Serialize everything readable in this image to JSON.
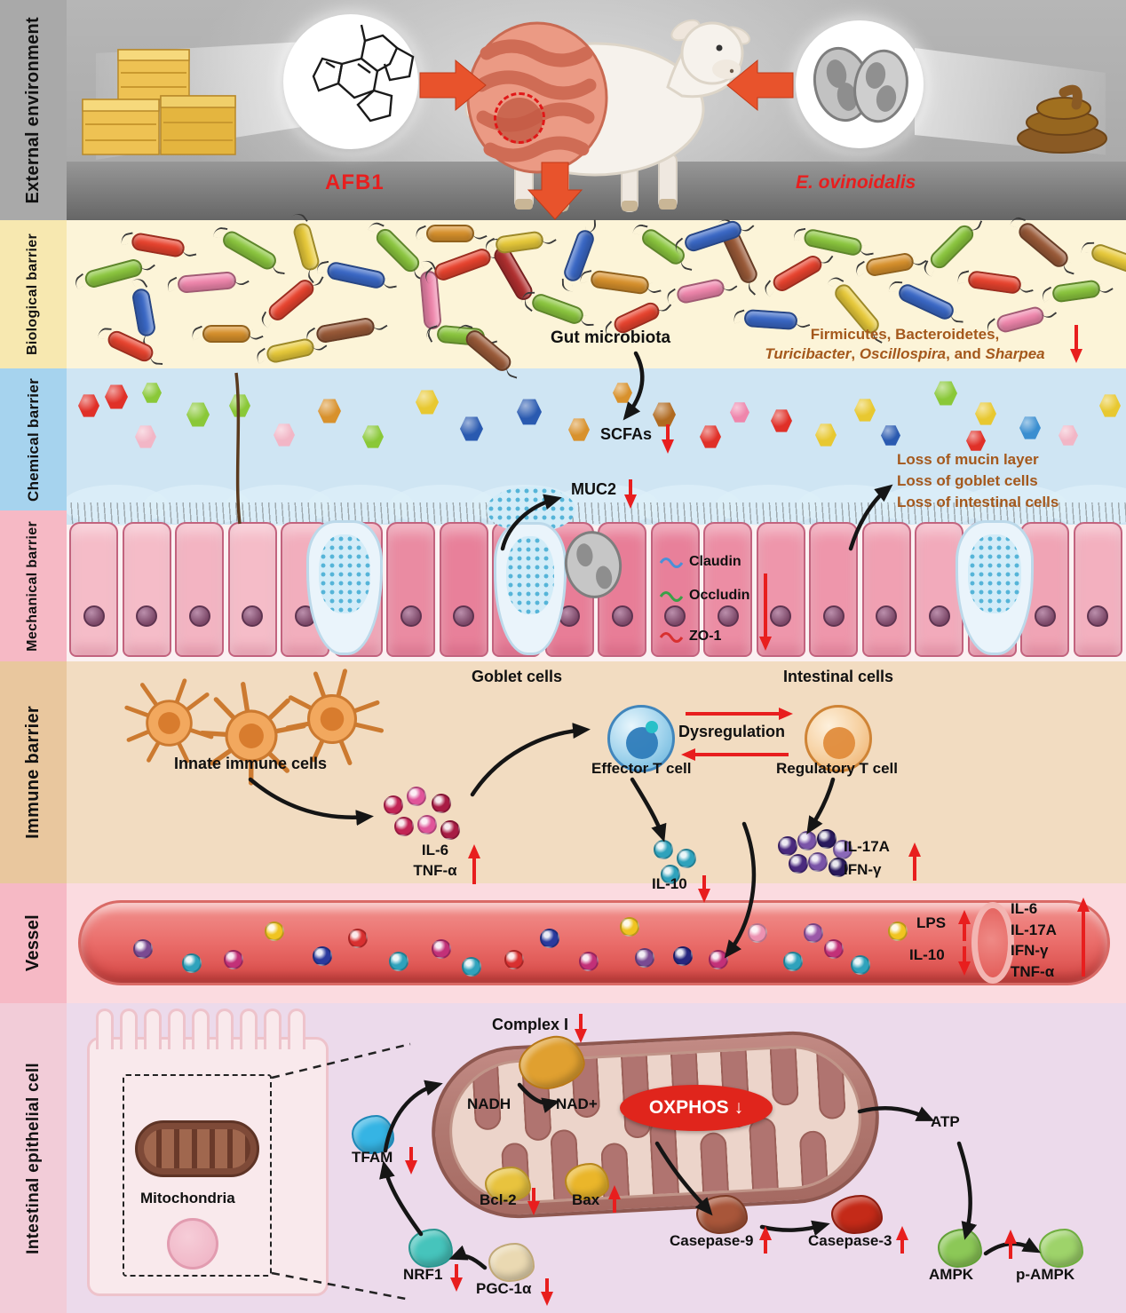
{
  "colors": {
    "accent_red": "#e81e1e",
    "brown_text": "#a4581c",
    "thick_arrow": "#e8532c"
  },
  "sidebar": {
    "sections": [
      {
        "label": "External environment"
      },
      {
        "label": "Biological barrier"
      },
      {
        "label": "Chemical barrier"
      },
      {
        "label": "Mechanical barrier"
      },
      {
        "label": "Immune barrier"
      },
      {
        "label": "Vessel"
      },
      {
        "label": "Intestinal epithelial cell"
      }
    ]
  },
  "external": {
    "afb1": "AFB1",
    "parasite": "E. ovinoidalis"
  },
  "biological": {
    "gut_microbiota": "Gut microbiota",
    "taxa_line1": "Firmicutes, Bacteroidetes,",
    "taxa_genus1": "Turicibacter",
    "taxa_sep1": ", ",
    "taxa_genus2": "Oscillospira",
    "taxa_sep2": ", and ",
    "taxa_genus3": "Sharpea"
  },
  "chemical": {
    "scfas": "SCFAs",
    "muc2": "MUC2",
    "loss1": "Loss of  mucin layer",
    "loss2": "Loss of goblet cells",
    "loss3": "Loss of intestinal cells"
  },
  "mechanical": {
    "claudin": "Claudin",
    "occludin": "Occludin",
    "zo1": "ZO-1",
    "goblet": "Goblet cells",
    "intestinal": "Intestinal cells"
  },
  "immune": {
    "innate": "Innate immune cells",
    "il6": "IL-6",
    "tnfa": "TNF-α",
    "effector": "Effector T cell",
    "dysregulation": "Dysregulation",
    "regulatory": "Regulatory T cell",
    "il10": "IL-10",
    "il17a": "IL-17A",
    "ifng": "IFN-γ"
  },
  "vessel": {
    "lps": "LPS",
    "il10": "IL-10",
    "list": [
      "IL-6",
      "IL-17A",
      "IFN-γ",
      "TNF-α"
    ]
  },
  "cell": {
    "mitochondria": "Mitochondria",
    "complex1": "Complex I",
    "nadh": "NADH",
    "nad": "NAD+",
    "oxphos": "OXPHOS",
    "oxphos_down": "↓",
    "atp": "ATP",
    "tfam": "TFAM",
    "bcl2": "Bcl-2",
    "bax": "Bax",
    "nrf1": "NRF1",
    "pgc1a": "PGC-1α",
    "caspase9": "Casepase-9",
    "caspase3": "Casepase-3",
    "ampk": "AMPK",
    "pampk": "p-AMPK"
  }
}
